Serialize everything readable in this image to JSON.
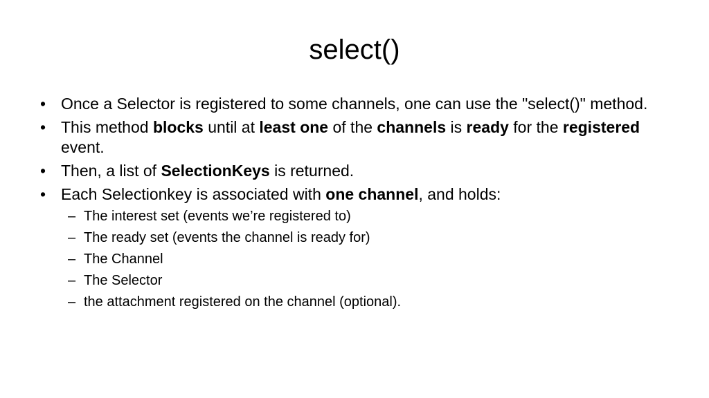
{
  "slide": {
    "title": "select()",
    "bullets": [
      {
        "segments": [
          {
            "text": "Once a Selector is registered to some channels, one can use the \"select()\" method.",
            "bold": false
          }
        ]
      },
      {
        "segments": [
          {
            "text": "This method ",
            "bold": false
          },
          {
            "text": "blocks",
            "bold": true
          },
          {
            "text": " until at ",
            "bold": false
          },
          {
            "text": "least one",
            "bold": true
          },
          {
            "text": " of the ",
            "bold": false
          },
          {
            "text": "channels",
            "bold": true
          },
          {
            "text": " is ",
            "bold": false
          },
          {
            "text": "ready",
            "bold": true
          },
          {
            "text": " for the ",
            "bold": false
          },
          {
            "text": "registered",
            "bold": true
          },
          {
            "text": " event.",
            "bold": false
          }
        ]
      },
      {
        "segments": [
          {
            "text": "Then, a list of ",
            "bold": false
          },
          {
            "text": "SelectionKeys",
            "bold": true
          },
          {
            "text": " is returned.",
            "bold": false
          }
        ]
      },
      {
        "segments": [
          {
            "text": "Each Selectionkey is associated with ",
            "bold": false
          },
          {
            "text": "one channel",
            "bold": true
          },
          {
            "text": ", and holds:",
            "bold": false
          }
        ],
        "subitems": [
          "The interest set (events we’re registered to)",
          "The ready set (events the channel is ready for)",
          "The Channel",
          "The Selector",
          "the attachment registered on the channel (optional)."
        ]
      }
    ]
  }
}
